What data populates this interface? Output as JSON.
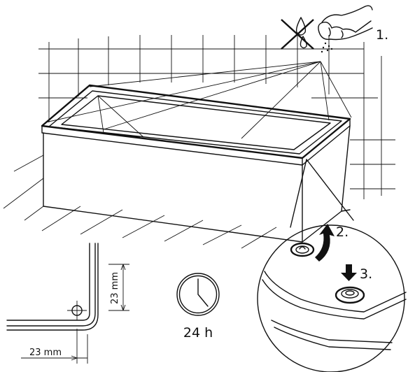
{
  "steps": {
    "step1": "1.",
    "step2": "2.",
    "step3": "3."
  },
  "dimensions": {
    "vertical": "23 mm",
    "horizontal": "23 mm"
  },
  "curing": {
    "duration": "24 h"
  },
  "icons": {
    "no_water": "no-water-icon",
    "wipe": "wiping-hand-icon",
    "timer": "clock-icon",
    "drain_button": "drain-button-icon",
    "turn_cap": "turn-cap-icon"
  },
  "colors": {
    "stroke": "#111111",
    "background": "#ffffff"
  }
}
